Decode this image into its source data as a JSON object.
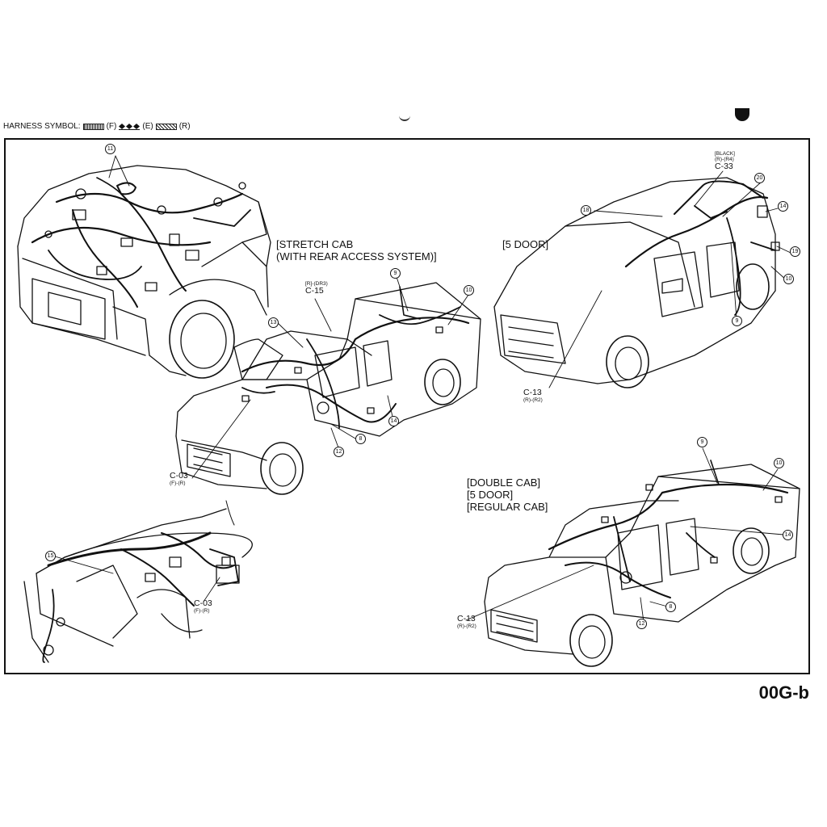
{
  "legend": {
    "label": "HARNESS SYMBOL:",
    "items": [
      {
        "code": "(F)",
        "icon": "dotted-pattern-icon"
      },
      {
        "code": "(E)",
        "icon": "diamond-chain-icon"
      },
      {
        "code": "(R)",
        "icon": "hatched-pattern-icon"
      }
    ]
  },
  "views": {
    "stretch_cab": {
      "line1": "[STRETCH CAB",
      "line2": "(WITH REAR ACCESS SYSTEM)]"
    },
    "five_door": {
      "line1": "[5 DOOR]"
    },
    "double_cab": {
      "line1": "[DOUBLE CAB]",
      "line2": "[5 DOOR]",
      "line3": "[REGULAR CAB]"
    }
  },
  "connectors": {
    "c15": {
      "code": "C-15",
      "sub": "[R]-(DR3)"
    },
    "c33": {
      "code": "C-33",
      "sub1": "[BLACK]",
      "sub2": "(R)-(R4)"
    },
    "c03_a": {
      "code": "C-03",
      "sub": "(F)-(R)"
    },
    "c03_b": {
      "code": "C-03",
      "sub": "(F)-(R)"
    },
    "c13_a": {
      "code": "C-13",
      "sub": "(R)-(R2)"
    },
    "c13_b": {
      "code": "C-13",
      "sub": "(R)-(R2)"
    }
  },
  "callouts": {
    "n11": "11",
    "n13": "13",
    "n9a": "9",
    "n10a": "10",
    "n14a": "14",
    "n8a": "8",
    "n12a": "12",
    "n18": "18",
    "n20": "20",
    "n14b": "14",
    "n19": "19",
    "n10b": "10",
    "n9b": "9",
    "n15": "15",
    "n9c": "9",
    "n10c": "10",
    "n14c": "14",
    "n8b": "8",
    "n12b": "12"
  },
  "page_code": "00G-b"
}
